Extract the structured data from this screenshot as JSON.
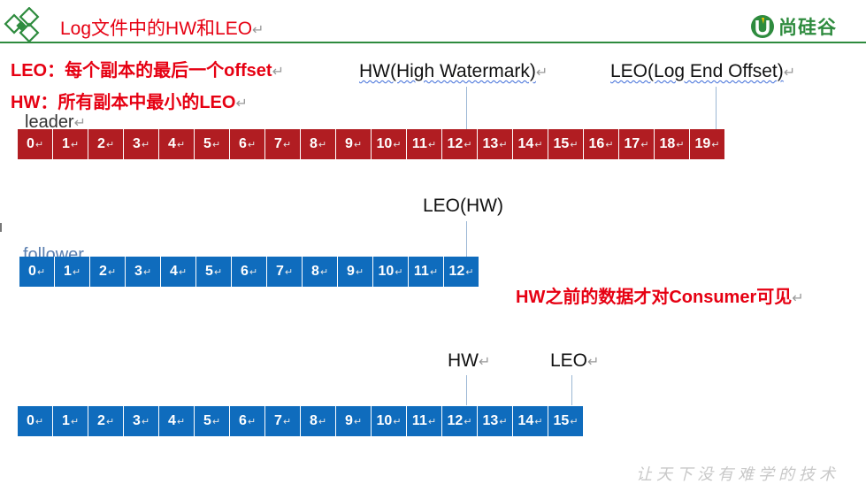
{
  "header": {
    "title": "Log文件中的HW和LEO",
    "brand_name": "尚硅谷",
    "title_color": "#e60012",
    "brand_color": "#2e8b3e"
  },
  "definitions": {
    "leo": "LEO：每个副本的最后一个offset",
    "hw": "HW：所有副本中最小的LEO"
  },
  "leader": {
    "label": "leader",
    "hw_label": "HW(High Watermark)",
    "leo_label": "LEO(Log End Offset)",
    "offsets": [
      "0",
      "1",
      "2",
      "3",
      "4",
      "5",
      "6",
      "7",
      "8",
      "9",
      "10",
      "11",
      "12",
      "13",
      "14",
      "15",
      "16",
      "17",
      "18",
      "19"
    ],
    "color": "#b11d22"
  },
  "follower": {
    "label": "follower",
    "leo_hw_label": "LEO(HW)",
    "offsets": [
      "0",
      "1",
      "2",
      "3",
      "4",
      "5",
      "6",
      "7",
      "8",
      "9",
      "10",
      "11",
      "12"
    ],
    "color": "#0f6cbd"
  },
  "visibility_note": "HW之前的数据才对Consumer可见",
  "third_log": {
    "hw_label": "HW",
    "leo_label": "LEO",
    "offsets": [
      "0",
      "1",
      "2",
      "3",
      "4",
      "5",
      "6",
      "7",
      "8",
      "9",
      "10",
      "11",
      "12",
      "13",
      "14",
      "15"
    ]
  },
  "footer": {
    "slogan": "让天下没有难学的技术"
  }
}
